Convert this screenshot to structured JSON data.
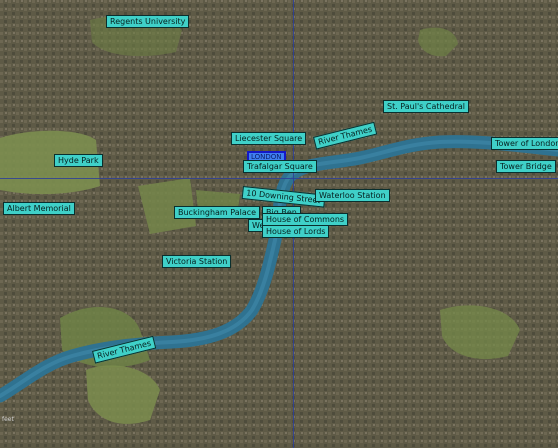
{
  "map": {
    "center_label": "LONDON",
    "labels": [
      {
        "id": "regents-university",
        "text": "Regents University"
      },
      {
        "id": "st-pauls-cathedral",
        "text": "St. Paul's Cathedral"
      },
      {
        "id": "liecester-square",
        "text": "Liecester Square"
      },
      {
        "id": "river-thames-east",
        "text": "River Thames"
      },
      {
        "id": "trafalgar-square",
        "text": "Trafalgar Square"
      },
      {
        "id": "tower-of-london",
        "text": "Tower of London"
      },
      {
        "id": "tower-bridge",
        "text": "Tower Bridge"
      },
      {
        "id": "hyde-park",
        "text": "Hyde Park"
      },
      {
        "id": "10-downing-street",
        "text": "10 Downing Street"
      },
      {
        "id": "waterloo-station",
        "text": "Waterloo Station"
      },
      {
        "id": "albert-memorial",
        "text": "Albert Memorial"
      },
      {
        "id": "buckingham-palace",
        "text": "Buckingham Palace"
      },
      {
        "id": "big-ben",
        "text": "Big Ben"
      },
      {
        "id": "westminster",
        "text": "Westminster"
      },
      {
        "id": "house-of-commons",
        "text": "House of Commons"
      },
      {
        "id": "house-of-lords",
        "text": "House of Lords"
      },
      {
        "id": "victoria-station",
        "text": "Victoria Station"
      },
      {
        "id": "river-thames-west",
        "text": "River Thames"
      }
    ],
    "scale_text": "feet",
    "colors": {
      "label_fill": "#3fd0c8",
      "center_fill": "#3f7ff0",
      "river": "#2f7290",
      "crosshair": "#2d3f9a"
    }
  }
}
